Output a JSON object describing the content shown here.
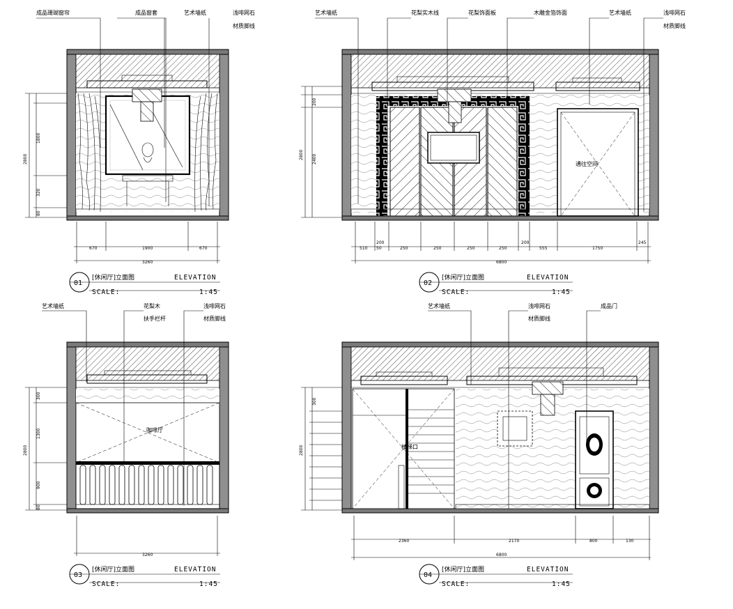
{
  "panels": [
    {
      "callouts": [
        "成品珊瑚窗帘",
        "成品窗套",
        "艺术墙纸",
        "浅啡网石",
        "材质脚线"
      ],
      "dims_h": [
        "670",
        "1900",
        "670"
      ],
      "dim_total": "3260",
      "dims_v": [
        "2800",
        "1800",
        "320",
        "80"
      ],
      "title": {
        "number": "01",
        "name": "[休闲厅]立面图",
        "elevation": "ELEVATION",
        "scale_label": "SCALE:",
        "scale": "1:45"
      }
    },
    {
      "callouts": [
        "艺术墙纸",
        "花梨实木线",
        "花梨饰面板",
        "木雕金箔饰面",
        "艺术墙纸",
        "浅啡网石",
        "材质脚线"
      ],
      "dims_h": [
        "200",
        "200",
        "510",
        "50",
        "250",
        "250",
        "250",
        "250",
        "555",
        "1750",
        "245"
      ],
      "dim_total": "6800",
      "dims_v": [
        "2800",
        "200",
        "2400"
      ],
      "room_label": "通往空间",
      "title": {
        "number": "02",
        "name": "[休闲厅]立面图",
        "elevation": "ELEVATION",
        "scale_label": "SCALE:",
        "scale": "1:45"
      }
    },
    {
      "callouts": [
        "艺术墙纸",
        "花梨木",
        "扶手栏杆",
        "浅啡网石",
        "材质脚线"
      ],
      "dim_total": "3260",
      "dims_v": [
        "2800",
        "300",
        "1300",
        "900",
        "80"
      ],
      "room_label": "咖啡厅",
      "title": {
        "number": "03",
        "name": "[休闲厅]立面图",
        "elevation": "ELEVATION",
        "scale_label": "SCALE:",
        "scale": "1:45"
      }
    },
    {
      "callouts": [
        "艺术墙纸",
        "浅啡网石",
        "材质脚线",
        "成品门"
      ],
      "dims_h": [
        "2360",
        "2170",
        "800",
        "130"
      ],
      "dim_total": "6800",
      "dims_v": [
        "2800",
        "300"
      ],
      "room_label": "楼梯口",
      "title": {
        "number": "04",
        "name": "[休闲厅]立面图",
        "elevation": "ELEVATION",
        "scale_label": "SCALE:",
        "scale": "1:45"
      }
    }
  ]
}
